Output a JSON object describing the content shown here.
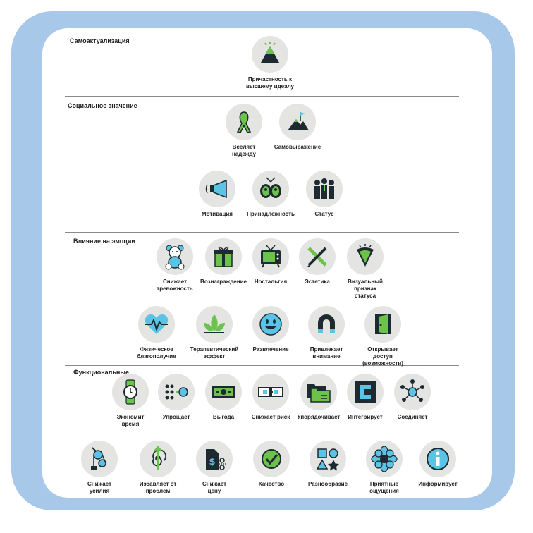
{
  "sections": {
    "self_actualization": "Самоактуализация",
    "social": "Социальное значение",
    "emotional": "Влияние на эмоции",
    "functional": "Функциональные"
  },
  "items": {
    "transcendence": {
      "label": "Причастность к\nвысшему идеалу",
      "icon": "mountain-peak-icon"
    },
    "hope": {
      "label": "Вселяет\nнадежду",
      "icon": "awareness-ribbon-icon"
    },
    "self_expression": {
      "label": "Самовыражение",
      "icon": "mountain-flag-icon"
    },
    "motivation": {
      "label": "Мотивация",
      "icon": "megaphone-icon"
    },
    "affiliation": {
      "label": "Принадлежность",
      "icon": "tv-faces-icon"
    },
    "status": {
      "label": "Статус",
      "icon": "people-group-icon"
    },
    "anxiety": {
      "label": "Снижает\nтревожность",
      "icon": "teddy-bear-icon"
    },
    "reward": {
      "label": "Вознаграждение",
      "icon": "gift-box-icon"
    },
    "nostalgia": {
      "label": "Ностальгия",
      "icon": "retro-tv-icon"
    },
    "aesthetics": {
      "label": "Эстетика",
      "icon": "brush-pencil-icon"
    },
    "badge_value": {
      "label": "Визуальный\nпризнак\nстатуса",
      "icon": "badge-shield-icon"
    },
    "wellness": {
      "label": "Физическое\nблагополучие",
      "icon": "heart-pulse-icon"
    },
    "therapeutic": {
      "label": "Терапевтический\nэффект",
      "icon": "leaves-icon"
    },
    "fun": {
      "label": "Развлечение",
      "icon": "smiley-icon"
    },
    "attractiveness": {
      "label": "Привлекает\nвнимание",
      "icon": "magnet-icon"
    },
    "access": {
      "label": "Открывает\nдоступ\n(возможности)",
      "icon": "open-door-icon"
    },
    "saves_time": {
      "label": "Экономит\nвремя",
      "icon": "wristwatch-icon"
    },
    "simplifies": {
      "label": "Упрощает",
      "icon": "dots-grid-icon"
    },
    "makes_money": {
      "label": "Выгода",
      "icon": "banknote-icon"
    },
    "reduces_risk": {
      "label": "Снижает риск",
      "icon": "seatbelt-buckle-icon"
    },
    "organizes": {
      "label": "Упорядочивает",
      "icon": "folders-icon"
    },
    "integrates": {
      "label": "Интегрирует",
      "icon": "c-block-icon"
    },
    "connects": {
      "label": "Соединяет",
      "icon": "network-hub-icon"
    },
    "reduces_effort": {
      "label": "Снижает\nусилия",
      "icon": "pulley-icon"
    },
    "avoids_hassles": {
      "label": "Избавляет от\nпроблем",
      "icon": "spiral-arrow-icon"
    },
    "reduces_cost": {
      "label": "Снижает\nцену",
      "icon": "price-tag-scissors-icon"
    },
    "quality": {
      "label": "Качество",
      "icon": "checkmark-circle-icon"
    },
    "variety": {
      "label": "Разнообразие",
      "icon": "shapes-icon"
    },
    "sensory_appeal": {
      "label": "Приятные\nощущения",
      "icon": "flower-icon"
    },
    "informs": {
      "label": "Информирует",
      "icon": "info-icon"
    }
  },
  "colors": {
    "frame": "#a8c8ea",
    "circle": "#e4e4e2",
    "green": "#6cc24a",
    "blue": "#5bc3e6",
    "dark": "#1d2a2f"
  }
}
